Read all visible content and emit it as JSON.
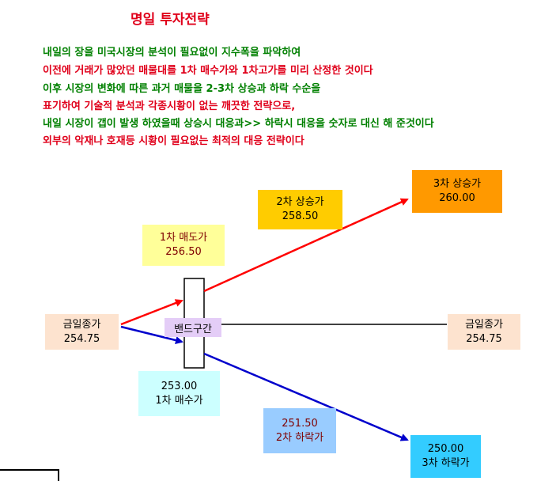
{
  "title": "명일 투자전략",
  "description": [
    {
      "text": "내일의 장을 미국시장의 분석이 필요없이 지수폭을 파악하여",
      "color": "#008000"
    },
    {
      "text": "이전에 거래가 많았던 매물대를 1차 매수가와 1차고가를 미리 산정한 것이다",
      "color": "#e0001b"
    },
    {
      "text": "이후 시장의 변화에 따른 과거 매물을 2-3차 상승과 하락 수순을",
      "color": "#008000"
    },
    {
      "text": "표기하여 기술적  분석과 각종시황이 없는 깨끗한 전략으로,",
      "color": "#e0001b"
    },
    {
      "text": "내일 시장이 갭이 발생 하였을때 상승시 대응과>> 하락시 대응을 숫자로 대신 해 준것이다",
      "color": "#008000"
    },
    {
      "text": "외부의 악재나 호재등  시황이 필요없는 최적의 대응 전략이다",
      "color": "#e0001b"
    }
  ],
  "diagram": {
    "band_label": "밴드구간",
    "close_left": {
      "label": "금일종가",
      "value": "254.75",
      "bg": "#fde3cf"
    },
    "close_right": {
      "label": "금일종가",
      "value": "254.75",
      "bg": "#fde3cf"
    },
    "sell1": {
      "label": "1차 매도가",
      "value": "256.50",
      "bg": "#ffff99",
      "text_color": "#7f0000"
    },
    "rise2": {
      "label": "2차 상승가",
      "value": "258.50",
      "bg": "#ffcc00"
    },
    "rise3": {
      "label": "3차 상승가",
      "value": "260.00",
      "bg": "#ff9900"
    },
    "buy1": {
      "value": "253.00",
      "label": "1차 매수가",
      "bg": "#ccffff"
    },
    "fall2": {
      "value": "251.50",
      "label": "2차 하락가",
      "bg": "#99ccff",
      "text_color": "#7f0000"
    },
    "fall3": {
      "value": "250.00",
      "label": "3차 하락가",
      "bg": "#33ccff"
    },
    "colors": {
      "up_arrow": "#ff0000",
      "down_arrow": "#0000cc",
      "flat_line": "#000000"
    }
  }
}
